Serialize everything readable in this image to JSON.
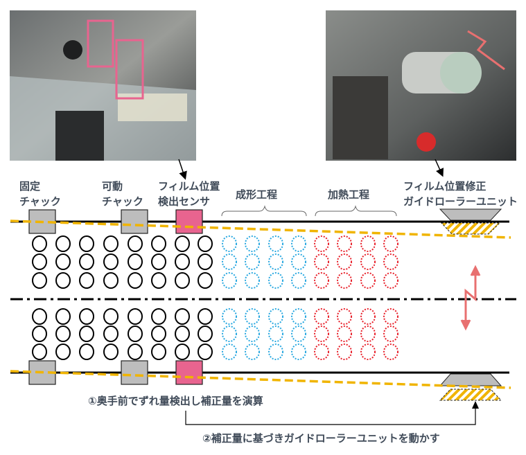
{
  "labels": {
    "fixed_chuck": [
      "固定",
      "チャック"
    ],
    "movable_chuck": [
      "可動",
      "チャック"
    ],
    "sensor": [
      "フィルム位置",
      "検出センサ"
    ],
    "forming": "成形工程",
    "heating": "加熱工程",
    "guide_unit": [
      "フィルム位置修正",
      "ガイドローラーユニット"
    ]
  },
  "captions": {
    "step1": "①奥手前でずれ量検出し補正量を演算",
    "step2": "②補正量に基づきガイドローラーユニットを動かす"
  },
  "colors": {
    "text": "#3f4a58",
    "chuck": "#bdbdbd",
    "sensor": "#e8648f",
    "film_offset": "#f0b400",
    "forming": "#29a8e0",
    "heating": "#e8202a",
    "motion_arrow": "#e87070"
  }
}
